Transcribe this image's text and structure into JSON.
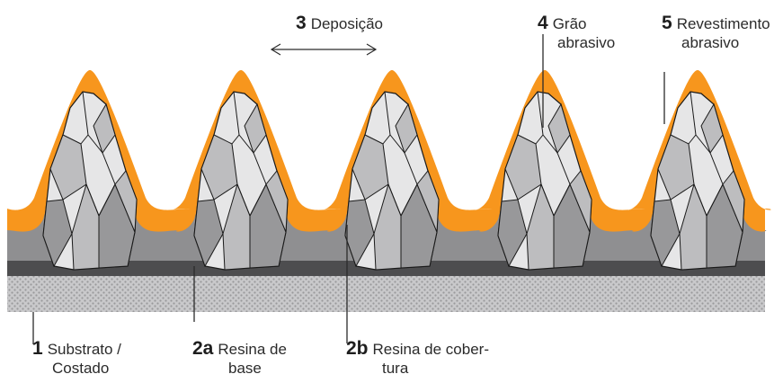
{
  "colors": {
    "coating": "#f7961d",
    "size_resin": "#8f8f91",
    "base_resin": "#4d4d4f",
    "substrate": "#c9c9cb",
    "substrate_dots": "#9a9a9c",
    "grain_light": "#e6e6e7",
    "grain_mid": "#bdbdbf",
    "grain_dark": "#98989a",
    "outline": "#1a1a1a"
  },
  "labels": {
    "deposition": {
      "num": "3",
      "text": "Deposição"
    },
    "grain": {
      "num": "4",
      "line1": "Grão",
      "line2": "abrasivo"
    },
    "coating": {
      "num": "5",
      "line1": "Revestimento",
      "line2": "abrasivo"
    },
    "substrate": {
      "num": "1",
      "line1": "Substrato /",
      "line2": "Costado"
    },
    "base_resin": {
      "num": "2a",
      "line1": "Resina de",
      "line2": "base"
    },
    "cover_resin": {
      "num": "2b",
      "line1": "Resina de cober-",
      "line2": "tura"
    }
  }
}
